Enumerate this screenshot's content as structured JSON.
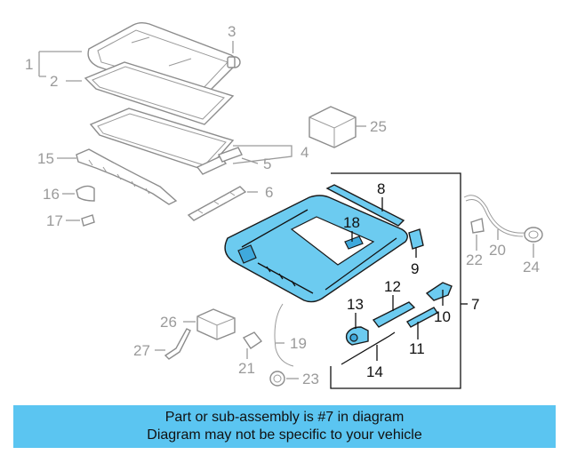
{
  "callouts": {
    "c1": "1",
    "c2": "2",
    "c3": "3",
    "c4": "4",
    "c5": "5",
    "c6": "6",
    "c7": "7",
    "c8": "8",
    "c9": "9",
    "c10": "10",
    "c11": "11",
    "c12": "12",
    "c13": "13",
    "c14": "14",
    "c15": "15",
    "c16": "16",
    "c17": "17",
    "c18": "18",
    "c19": "19",
    "c20": "20",
    "c21": "21",
    "c22": "22",
    "c23": "23",
    "c24": "24",
    "c25": "25",
    "c26": "26",
    "c27": "27"
  },
  "colors": {
    "highlight_fill": "#6ccbf0",
    "banner_background": "#5bc5f1",
    "inactive_line": "#9a9a9a",
    "active_line": "#111111"
  },
  "banner": {
    "line1": "Part or sub-assembly is #7 in diagram",
    "line2": "Diagram may not be specific to your vehicle"
  }
}
